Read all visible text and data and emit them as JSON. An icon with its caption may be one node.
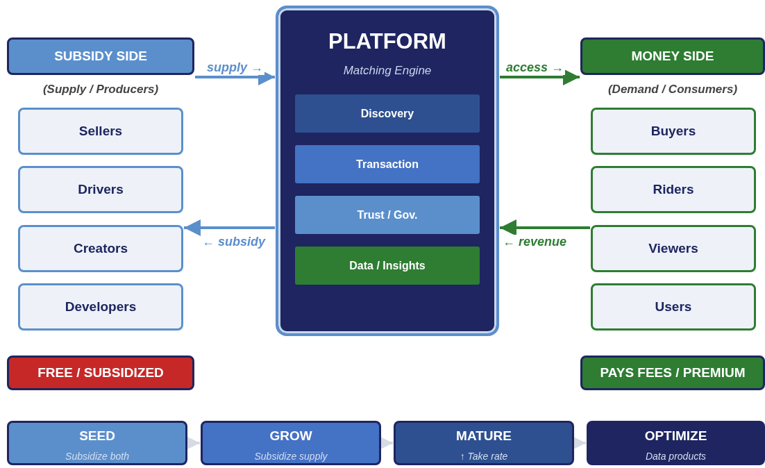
{
  "diagram": {
    "nodes": [
      {
        "text": [
          "SUBSIDY SIDE"
        ],
        "beside": [
          "(Supply / Producers)"
        ]
      },
      {
        "text": [
          "Sellers"
        ]
      },
      {
        "text": [
          "Drivers"
        ]
      },
      {
        "text": [
          "Creators"
        ]
      },
      {
        "text": [
          "Developers"
        ]
      },
      {
        "text": [
          "PLATFORM",
          "Matching Engine"
        ]
      },
      {
        "text": [
          "Discovery"
        ],
        "in": 5
      },
      {
        "text": [
          "Transaction"
        ],
        "in": 5
      },
      {
        "text": [
          "Trust / Gov."
        ],
        "in": 5
      },
      {
        "text": [
          "Data / Insights"
        ],
        "in": 5
      },
      {
        "text": [
          "MONEY SIDE"
        ],
        "beside": [
          "(Demand / Consumers)"
        ]
      },
      {
        "text": [
          "Buyers"
        ]
      },
      {
        "text": [
          "Riders"
        ]
      },
      {
        "text": [
          "Viewers"
        ]
      },
      {
        "text": [
          "Users"
        ]
      },
      {
        "text": [
          "FREE / SUBSIDIZED"
        ]
      },
      {
        "text": [
          "PAYS FEES / PREMIUM"
        ]
      },
      {
        "text": [
          "SEED",
          "Subsidize both"
        ]
      },
      {
        "text": [
          "GROW",
          "Subsidize supply"
        ]
      },
      {
        "text": [
          "MATURE",
          "↑ Take rate"
        ]
      },
      {
        "text": [
          "OPTIMIZE",
          "Data products"
        ]
      }
    ],
    "edges": [
      {
        "from": 0,
        "to": 5,
        "arrow": "to",
        "label": "supply →",
        "color": "#5b8fcc"
      },
      {
        "from": 5,
        "to": 10,
        "arrow": "to",
        "label": "access →",
        "color": "#2e7d32"
      },
      {
        "from": 5,
        "to": 3,
        "arrow": "to",
        "label": "← subsidy",
        "color": "#5b8fcc"
      },
      {
        "from": 13,
        "to": 5,
        "arrow": "to",
        "label": "← revenue",
        "color": "#2e7d32"
      },
      {
        "from": 17,
        "to": 18,
        "arrow": "to",
        "color": "#d5dae5"
      },
      {
        "from": 18,
        "to": 19,
        "arrow": "to",
        "color": "#d5dae5"
      },
      {
        "from": 19,
        "to": 20,
        "arrow": "to",
        "color": "#d5dae5"
      }
    ]
  }
}
